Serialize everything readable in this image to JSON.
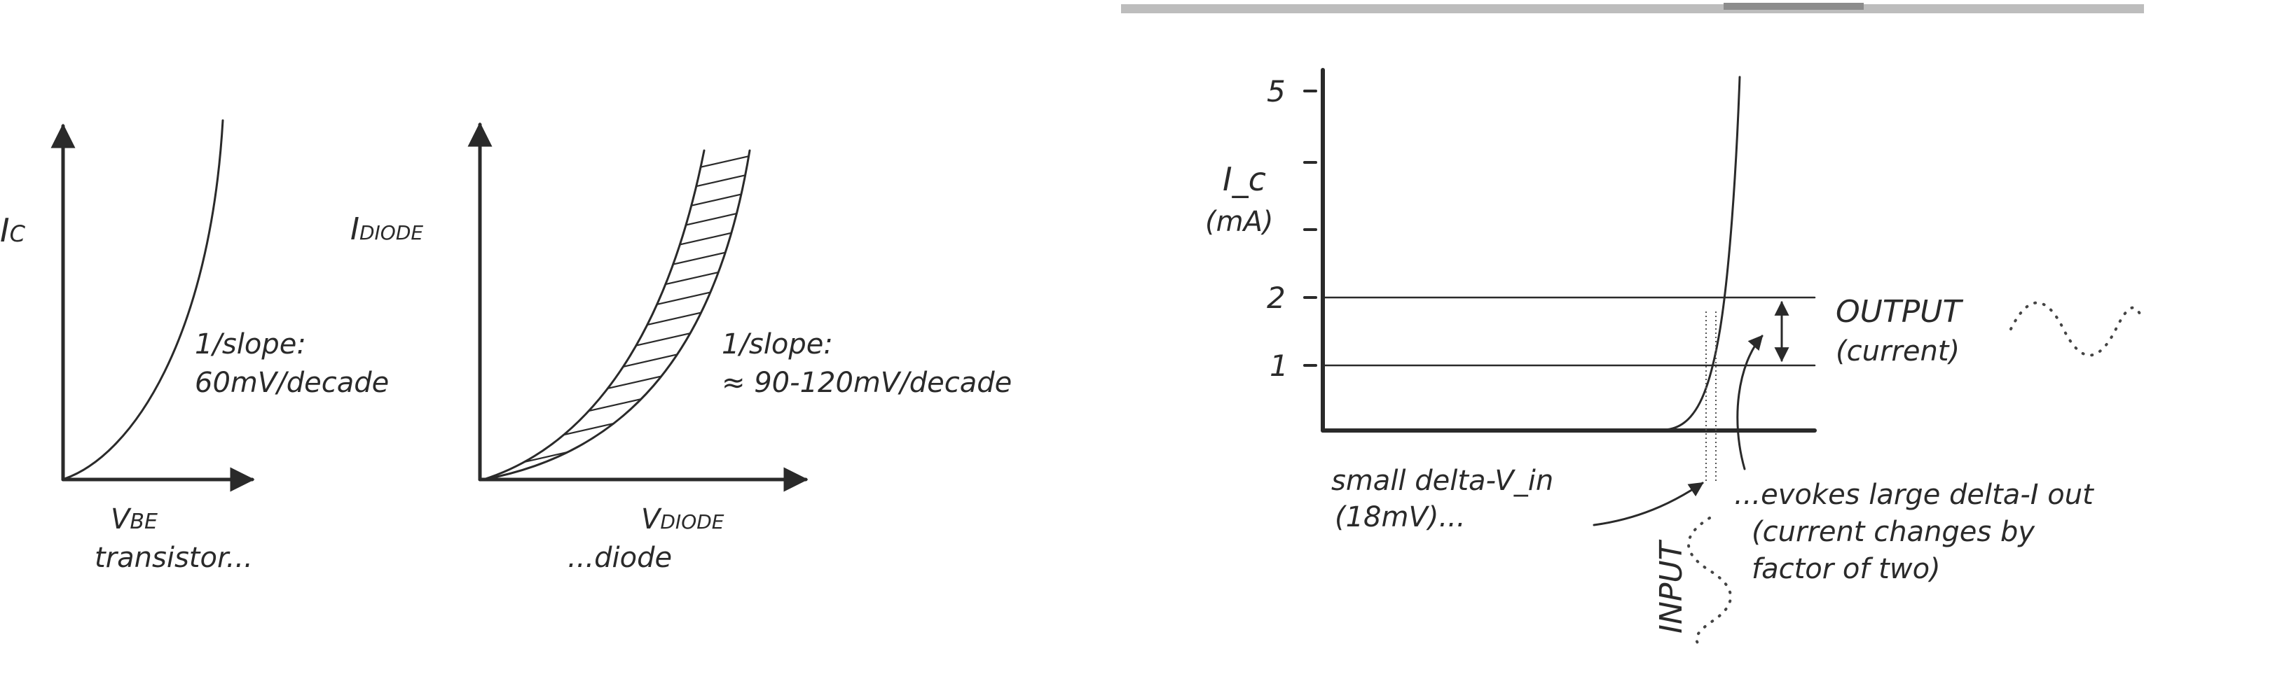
{
  "left_panel": {
    "transistor": {
      "y_axis_label_main": "I",
      "y_axis_label_sub": "C",
      "x_axis_label_main": "V",
      "x_axis_label_sub": "BE",
      "caption": "transistor...",
      "slope_line1": "1/slope:",
      "slope_line2": "60mV/decade"
    },
    "diode": {
      "y_axis_label_main": "I",
      "y_axis_label_sub": "DIODE",
      "x_axis_label_main": "V",
      "x_axis_label_sub": "DIODE",
      "caption": "...diode",
      "slope_line1": "1/slope:",
      "slope_line2": "≈ 90-120mV/decade"
    }
  },
  "right_panel": {
    "y_axis_label": "I_c",
    "y_axis_unit": "(mA)",
    "ticks": [
      "5",
      "2",
      "1"
    ],
    "output_label": "OUTPUT",
    "output_sub": "(current)",
    "input_label": "INPUT",
    "input_annotation_line1": "small delta-V_in",
    "input_annotation_line2": "(18mV)...",
    "output_annotation_line1": "...evokes large delta-I out",
    "output_annotation_line2": "(current changes by",
    "output_annotation_line3": "factor of two)"
  },
  "colors": {
    "ink": "#2a2a2a",
    "top_bar": "#bdbdbd",
    "top_bar_dark": "#8c8c8c",
    "background": "#ffffff"
  }
}
